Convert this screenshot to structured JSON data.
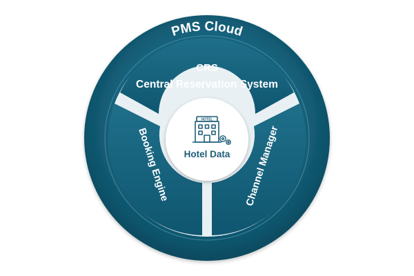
{
  "diagram": {
    "ring_title": "PMS Cloud",
    "top_segment": {
      "line1": "CRS",
      "line2": "Central Reservation System"
    },
    "left_segment": {
      "label": "Booking Engine"
    },
    "right_segment": {
      "label": "Channel Manager"
    },
    "center": {
      "label": "Hotel Data",
      "icon_sign": "HOTEL",
      "icon": "hotel-building-icon"
    }
  },
  "colors": {
    "ring_outer": "#0b4e63",
    "ring_inner": "#1d6a84",
    "segment": "#1a6580",
    "segment_dark": "#0f5269",
    "gap": "#eef4f6",
    "center_fill": "#ffffff",
    "center_text": "#1f5e78"
  }
}
